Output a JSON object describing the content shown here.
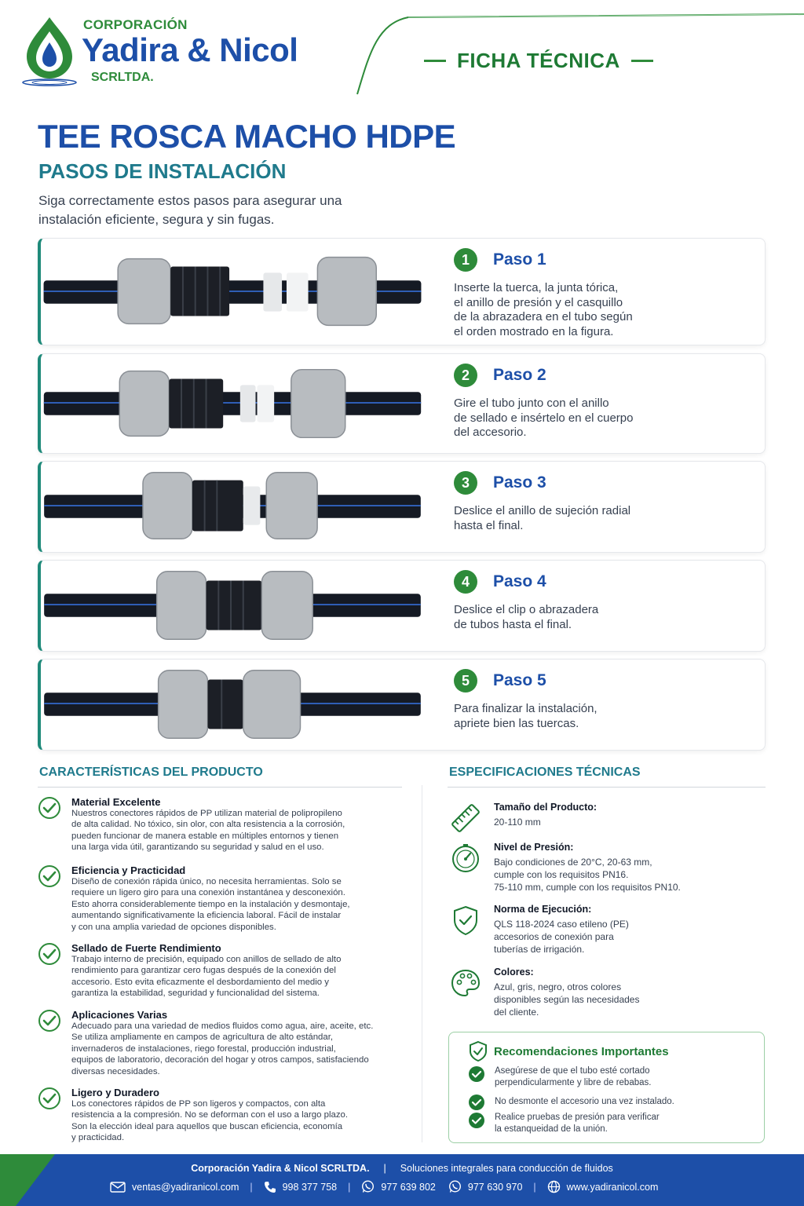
{
  "header": {
    "brand_top": "CORPORACIÓN",
    "brand_main": "Yadira & Nicol",
    "brand_sub": "SCRLTDA.",
    "ficha": "FICHA TÉCNICA"
  },
  "title": "TEE ROSCA MACHO HDPE",
  "subtitle": "PASOS DE INSTALACIÓN",
  "intro": "Siga correctamente estos pasos para asegurar una instalación eficiente, segura y sin fugas.",
  "steps": [
    {
      "num": "1",
      "title": "Paso 1",
      "desc": "Inserte la tuerca, la junta tórica,\nel anillo de presión y el casquillo\nde la abrazadera en el tubo según\nel orden mostrado en la figura."
    },
    {
      "num": "2",
      "title": "Paso 2",
      "desc": "Gire el tubo junto con el anillo\nde sellado e insértelo en el cuerpo\ndel accesorio."
    },
    {
      "num": "3",
      "title": "Paso 3",
      "desc": "Deslice el anillo de sujeción radial\nhasta el final."
    },
    {
      "num": "4",
      "title": "Paso 4",
      "desc": "Deslice el clip o abrazadera\nde tubos hasta el final."
    },
    {
      "num": "5",
      "title": "Paso 5",
      "desc": "Para finalizar la instalación,\napriete bien las tuercas."
    }
  ],
  "features_title": "CARACTERÍSTICAS DEL PRODUCTO",
  "features": [
    {
      "title": "Material Excelente",
      "desc": "Nuestros conectores rápidos de PP utilizan material de polipropileno\nde alta calidad. No tóxico, sin olor, con alta resistencia a la corrosión,\npueden funcionar de manera estable en múltiples entornos y tienen\nuna larga vida útil, garantizando su seguridad y salud en el uso."
    },
    {
      "title": "Eficiencia y Practicidad",
      "desc": "Diseño de conexión rápida único, no necesita herramientas. Solo se\nrequiere un ligero giro para una conexión instantánea y desconexión.\nEsto ahorra considerablemente tiempo en la instalación y desmontaje,\naumentando significativamente la eficiencia laboral. Fácil de instalar\ny con una amplia variedad de opciones disponibles."
    },
    {
      "title": "Sellado de Fuerte Rendimiento",
      "desc": "Trabajo interno de precisión, equipado con anillos de sellado de alto\nrendimiento para garantizar cero fugas después de la conexión del\naccesorio. Esto evita eficazmente el desbordamiento del medio y\ngarantiza la estabilidad, seguridad y funcionalidad del sistema."
    },
    {
      "title": "Aplicaciones Varias",
      "desc": "Adecuado para una variedad de medios fluidos como agua, aire, aceite, etc.\nSe utiliza ampliamente en campos de agricultura de alto estándar,\ninvernaderos de instalaciones, riego forestal, producción industrial,\nequipos de laboratorio, decoración del hogar y otros campos, satisfaciendo\ndiversas necesidades."
    },
    {
      "title": "Ligero y Duradero",
      "desc": "Los conectores rápidos de PP son ligeros y compactos, con alta\nresistencia a la compresión. No se deforman con el uso a largo plazo.\nSon la elección ideal para aquellos que buscan eficiencia, economía\ny practicidad."
    }
  ],
  "specs_title": "ESPECIFICACIONES TÉCNICAS",
  "specs": [
    {
      "icon": "ruler-icon",
      "title": "Tamaño del Producto:",
      "desc": "20-110 mm"
    },
    {
      "icon": "gauge-icon",
      "title": "Nivel de Presión:",
      "desc": "Bajo condiciones de 20°C, 20-63 mm,\ncumple con los requisitos PN16.\n75-110 mm, cumple con los requisitos PN10."
    },
    {
      "icon": "shield-check-icon",
      "title": "Norma de Ejecución:",
      "desc": "QLS 118-2024 caso etileno (PE)\naccesorios de conexión para\ntuberías de irrigación."
    },
    {
      "icon": "palette-icon",
      "title": "Colores:",
      "desc": "Azul, gris, negro, otros colores\ndisponibles según las necesidades\ndel cliente."
    }
  ],
  "recommendations": {
    "title": "Recomendaciones Importantes",
    "items": [
      "Asegúrese de que el tubo esté cortado\nperpendicularmente y libre de rebabas.",
      "No desmonte el accesorio una vez instalado.",
      "Realice pruebas de presión para verificar\nla estanqueidad de la unión."
    ]
  },
  "footer": {
    "company": "Corporación Yadira & Nicol SCRLTDA.",
    "separator": "|",
    "tagline": "Soluciones integrales para conducción de fluidos",
    "email": "ventas@yadiranicol.com",
    "phone": "998 377 758",
    "whatsapp1": "977 639 802",
    "whatsapp2": "977 630 970",
    "website": "www.yadiranicol.com"
  },
  "colors": {
    "brand_blue": "#1d4fa8",
    "brand_green": "#2e8b3a",
    "teal": "#1f7a8c"
  }
}
